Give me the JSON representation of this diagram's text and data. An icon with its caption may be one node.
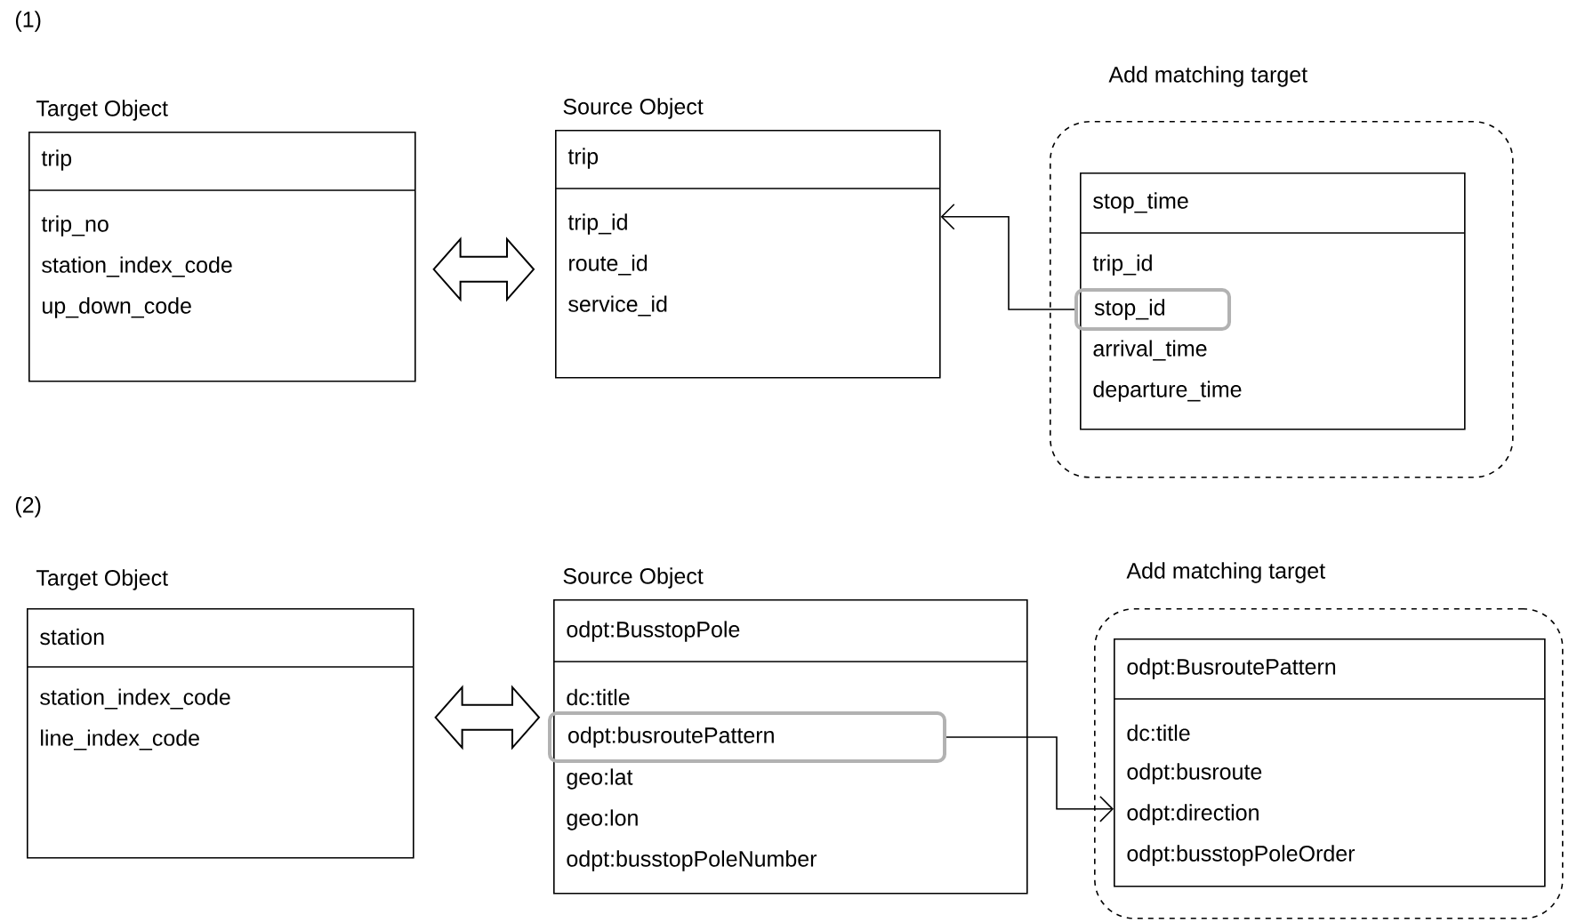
{
  "diagram": {
    "nodes": [
      {
        "text": [
          "Target Object",
          "trip",
          "trip_no",
          "station_index_code",
          "up_down_code"
        ]
      },
      {
        "text": [
          "Source Object",
          "trip",
          "trip_id",
          "route_id",
          "service_id"
        ]
      },
      {
        "text": [
          "Add matching target"
        ]
      },
      {
        "text": [
          "stop_time",
          "trip_id",
          "arrival_time",
          "departure_time"
        ],
        "in": 2
      },
      {
        "text": [
          "stop_id"
        ],
        "in": 3
      },
      {
        "text": [
          "Target Object",
          "station",
          "station_index_code",
          "line_index_code"
        ]
      },
      {
        "text": [
          "Source Object",
          "odpt:BusstopPole",
          "dc:title",
          "geo:lat",
          "geo:lon",
          "odpt:busstopPoleNumber"
        ]
      },
      {
        "text": [
          "odpt:busroutePattern"
        ],
        "in": 6
      },
      {
        "text": [
          "Add matching target"
        ]
      },
      {
        "text": [
          "odpt:BusroutePattern",
          "dc:title",
          "odpt:busroute",
          "odpt:direction",
          "odpt:busstopPoleOrder"
        ],
        "in": 8
      }
    ],
    "edges": [
      {
        "from": 0,
        "to": 1,
        "arrow": "both"
      },
      {
        "from": 4,
        "to": 1,
        "arrow": "to"
      },
      {
        "from": 5,
        "to": 6,
        "arrow": "both"
      },
      {
        "from": 7,
        "to": 9,
        "arrow": "to"
      }
    ],
    "labels": [
      "(1)",
      "(2)"
    ]
  }
}
